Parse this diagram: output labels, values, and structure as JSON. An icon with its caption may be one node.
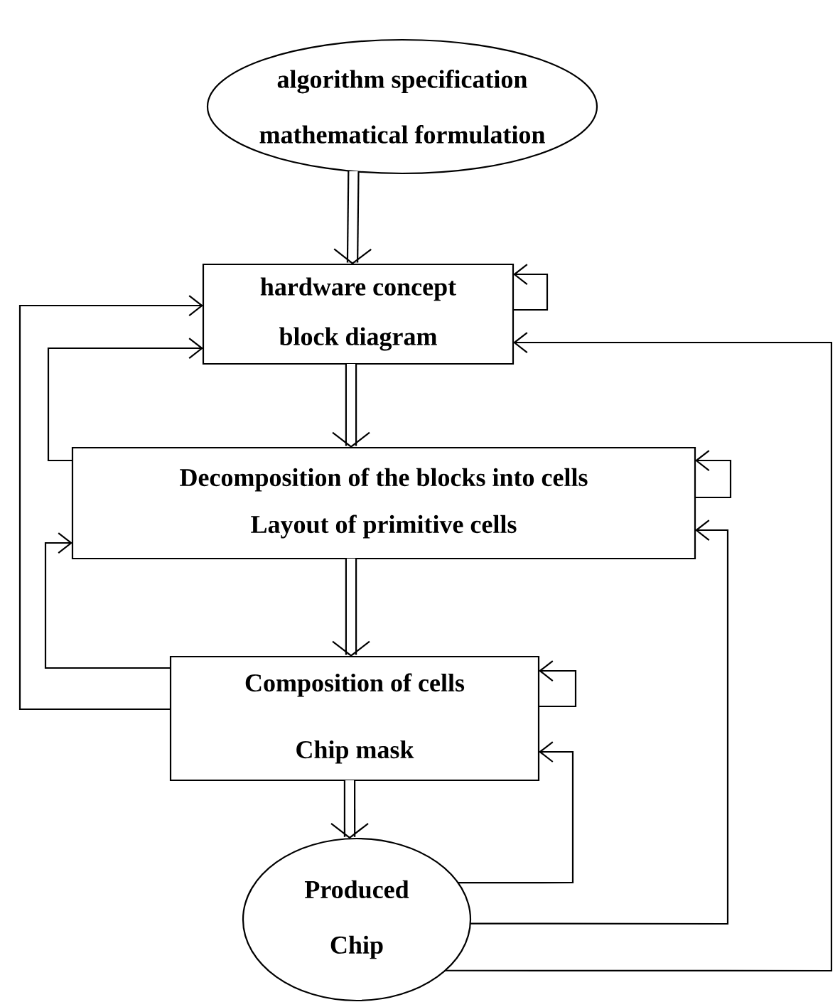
{
  "diagram": {
    "nodes": [
      {
        "text": [
          "algorithm specification",
          "mathematical formulation"
        ]
      },
      {
        "text": [
          "hardware concept",
          "block diagram"
        ]
      },
      {
        "text": [
          "Decomposition of the blocks into cells",
          "Layout of primitive cells"
        ]
      },
      {
        "text": [
          "Composition of cells",
          "Chip mask"
        ]
      },
      {
        "text": [
          "Produced",
          "Chip"
        ]
      }
    ],
    "edges": [
      {
        "from": 0,
        "to": 1,
        "arrow": "to",
        "style": "thick"
      },
      {
        "from": 1,
        "to": 1,
        "arrow": "to"
      },
      {
        "from": 2,
        "to": 1,
        "arrow": "to"
      },
      {
        "from": 3,
        "to": 1,
        "arrow": "to"
      },
      {
        "from": 4,
        "to": 1,
        "arrow": "to"
      },
      {
        "from": 1,
        "to": 2,
        "arrow": "to",
        "style": "thick"
      },
      {
        "from": 2,
        "to": 2,
        "arrow": "to"
      },
      {
        "from": 3,
        "to": 2,
        "arrow": "to"
      },
      {
        "from": 4,
        "to": 2,
        "arrow": "to"
      },
      {
        "from": 2,
        "to": 3,
        "arrow": "to",
        "style": "thick"
      },
      {
        "from": 3,
        "to": 3,
        "arrow": "to"
      },
      {
        "from": 4,
        "to": 3,
        "arrow": "to"
      },
      {
        "from": 3,
        "to": 4,
        "arrow": "to",
        "style": "thick"
      }
    ]
  }
}
